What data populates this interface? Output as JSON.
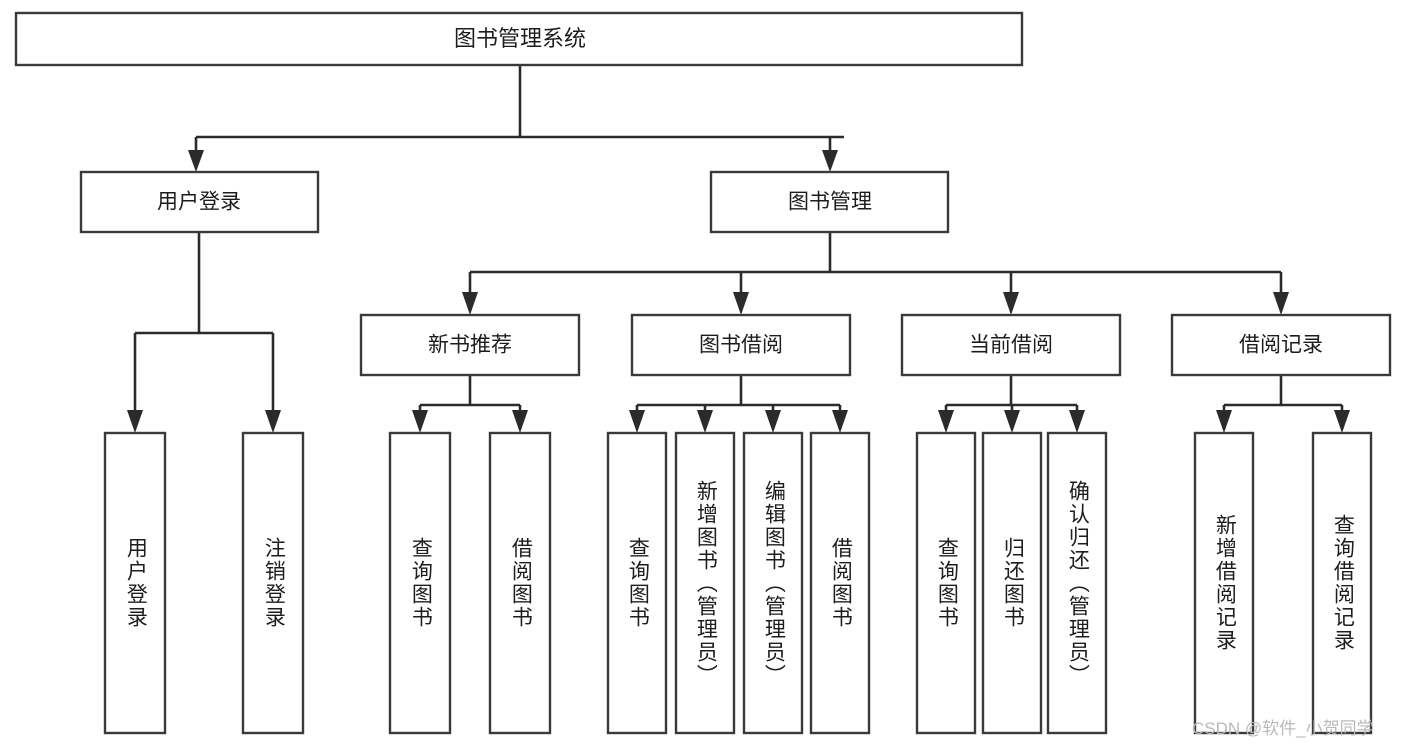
{
  "diagram": {
    "title": "图书管理系统",
    "type": "tree",
    "watermark": "CSDN @软件_小贺同学",
    "colors": {
      "box_stroke": "#3a3a3a",
      "connector": "#2b2b2b",
      "background": "#ffffff",
      "text": "#1d1d1d",
      "watermark": "#b9b9b9"
    },
    "levels": {
      "root": {
        "label": "图书管理系统"
      },
      "level2": [
        {
          "id": "user-login",
          "label": "用户登录"
        },
        {
          "id": "book-management",
          "label": "图书管理"
        }
      ],
      "level3": [
        {
          "id": "new-book-recommend",
          "label": "新书推荐",
          "parent": "book-management"
        },
        {
          "id": "book-borrow",
          "label": "图书借阅",
          "parent": "book-management"
        },
        {
          "id": "current-borrow",
          "label": "当前借阅",
          "parent": "book-management"
        },
        {
          "id": "borrow-record",
          "label": "借阅记录",
          "parent": "book-management"
        }
      ],
      "leaves": {
        "user-login": [
          {
            "id": "leaf-user-login",
            "label": "用户登录"
          },
          {
            "id": "leaf-logout",
            "label": "注销登录"
          }
        ],
        "new-book-recommend": [
          {
            "id": "leaf-query-book-1",
            "label": "查询图书"
          },
          {
            "id": "leaf-borrow-book-1",
            "label": "借阅图书"
          }
        ],
        "book-borrow": [
          {
            "id": "leaf-query-book-2",
            "label": "查询图书"
          },
          {
            "id": "leaf-add-book",
            "label": "新增图书（管理员）"
          },
          {
            "id": "leaf-edit-book",
            "label": "编辑图书（管理员）"
          },
          {
            "id": "leaf-borrow-book-2",
            "label": "借阅图书"
          }
        ],
        "current-borrow": [
          {
            "id": "leaf-query-book-3",
            "label": "查询图书"
          },
          {
            "id": "leaf-return-book",
            "label": "归还图书"
          },
          {
            "id": "leaf-confirm-return",
            "label": "确认归还（管理员）"
          }
        ],
        "borrow-record": [
          {
            "id": "leaf-add-record",
            "label": "新增借阅记录"
          },
          {
            "id": "leaf-query-record",
            "label": "查询借阅记录"
          }
        ]
      }
    }
  }
}
